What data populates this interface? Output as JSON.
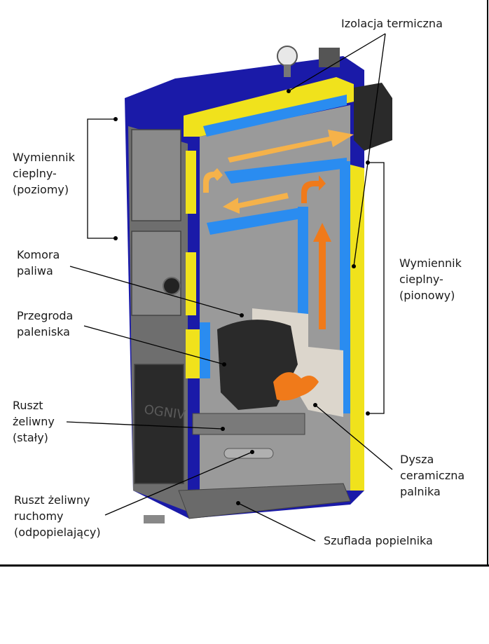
{
  "labels": {
    "izolacja": "Izolacja termiczna",
    "wym_poziomy": "Wymiennik\ncieplny-\n(poziomy)",
    "wym_pionowy": "Wymiennik\ncieplny-\n(pionowy)",
    "komora": "Komora\npaliwa",
    "przegroda": "Przegroda\npaleniska",
    "ruszt_staly": "Ruszt\nżeliwny\n(stały)",
    "ruszt_ruchomy": "Ruszt żeliwny\nruchomy\n(odpopielający)",
    "dysza": "Dysza\nceramiczna\npalnika",
    "szuflada": "Szuflada popielnika"
  },
  "brand_text": "OGNIV",
  "colors": {
    "housing_blue": "#1a1aa8",
    "insulation_yellow": "#f0e21c",
    "water_jacket_blue": "#2a8cf0",
    "steel_gray": "#8a8a8a",
    "ceramic": "#dcd6cc",
    "flame": "#f07a1a",
    "coal": "#2a2a2a",
    "flow_arrow": "#f5b24a"
  }
}
